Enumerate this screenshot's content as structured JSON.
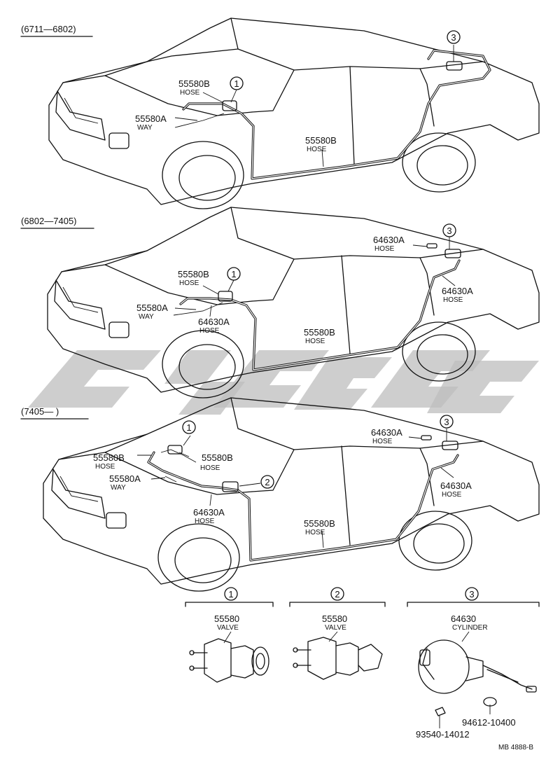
{
  "diagrams": [
    {
      "period": "(6711—6802)",
      "labels": {
        "hose_55580B_top": {
          "part": "55580B",
          "desc": "HOSE"
        },
        "way_55580A": {
          "part": "55580A",
          "desc": "WAY"
        },
        "hose_55580B_side": {
          "part": "55580B",
          "desc": "HOSE"
        }
      },
      "callouts": [
        "1",
        "3"
      ]
    },
    {
      "period": "(6802—7405)",
      "labels": {
        "hose_55580B_top": {
          "part": "55580B",
          "desc": "HOSE"
        },
        "way_55580A": {
          "part": "55580A",
          "desc": "WAY"
        },
        "hose_64630A_front": {
          "part": "64630A",
          "desc": "HOSE"
        },
        "hose_64630A_rear_top": {
          "part": "64630A",
          "desc": "HOSE"
        },
        "hose_64630A_rear": {
          "part": "64630A",
          "desc": "HOSE"
        },
        "hose_55580B_side": {
          "part": "55580B",
          "desc": "HOSE"
        }
      },
      "callouts": [
        "1",
        "3"
      ]
    },
    {
      "period": "(7405—     )",
      "labels": {
        "hose_55580B_left": {
          "part": "55580B",
          "desc": "HOSE"
        },
        "hose_55580B_right": {
          "part": "55580B",
          "desc": "HOSE"
        },
        "way_55580A": {
          "part": "55580A",
          "desc": "WAY"
        },
        "hose_64630A_front": {
          "part": "64630A",
          "desc": "HOSE"
        },
        "hose_64630A_rear_top": {
          "part": "64630A",
          "desc": "HOSE"
        },
        "hose_64630A_rear": {
          "part": "64630A",
          "desc": "HOSE"
        },
        "hose_55580B_side": {
          "part": "55580B",
          "desc": "HOSE"
        }
      },
      "callouts": [
        "1",
        "2",
        "3"
      ]
    }
  ],
  "details": [
    {
      "callout": "1",
      "part": "55580",
      "desc": "VALVE"
    },
    {
      "callout": "2",
      "part": "55580",
      "desc": "VALVE"
    },
    {
      "callout": "3",
      "part": "64630",
      "desc": "CYLINDER",
      "extra_parts": [
        "94612-10400",
        "93540-14012"
      ]
    }
  ],
  "drawing_ref": "MB 4888-B",
  "watermark": "logo (grey stylised letters)"
}
